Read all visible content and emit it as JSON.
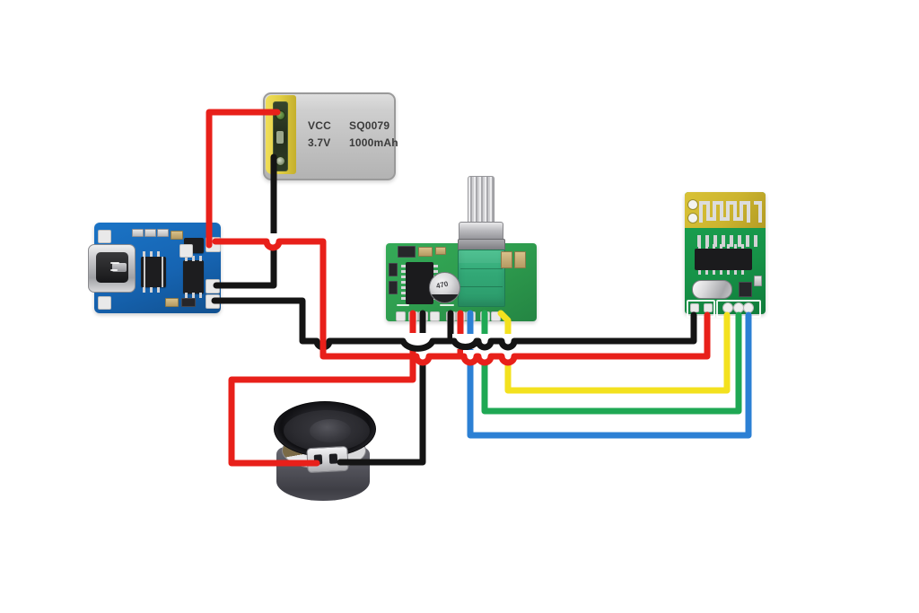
{
  "battery": {
    "label_vcc": "VCC",
    "label_model": "SQ0079",
    "label_voltage": "3.7V",
    "label_capacity": "1000mAh"
  },
  "amplifier_board": {
    "capacitor_label": "470"
  },
  "components": {
    "battery": "lithium-pouch-battery",
    "charger": "usb-c-charging-module",
    "amplifier": "audio-amplifier-board-with-volume-knob",
    "bluetooth": "bluetooth-receiver-module",
    "speaker": "speaker-driver"
  },
  "wire_colors": {
    "positive": "#e8201a",
    "ground": "#141414",
    "signal_yellow": "#f3e11f",
    "signal_green": "#1fa854",
    "signal_blue": "#2c80d4"
  },
  "board_colors": {
    "charger_pcb": "#1664b2",
    "amplifier_pcb": "#2e9c4e",
    "bluetooth_pcb": "#169247",
    "bluetooth_antenna_area": "#ccb42f",
    "battery_wrap": "#e2cf45"
  }
}
